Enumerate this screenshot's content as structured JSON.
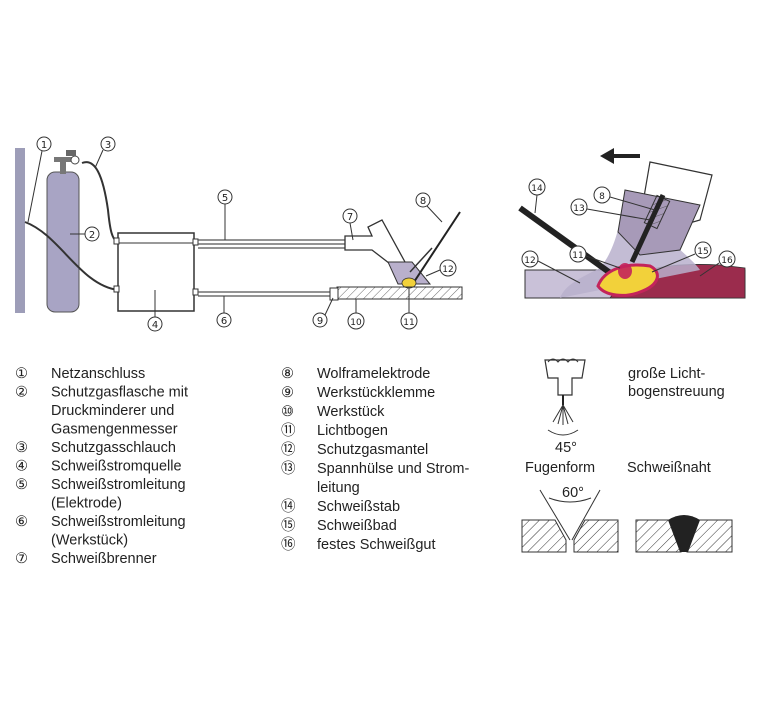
{
  "callouts": {
    "c1": "1",
    "c2": "2",
    "c3": "3",
    "c4": "4",
    "c5": "5",
    "c6": "6",
    "c7": "7",
    "c8": "8",
    "c9": "9",
    "c10": "10",
    "c11": "11",
    "c12": "12",
    "c13": "13",
    "c14": "14",
    "c15": "15",
    "c16": "16"
  },
  "legend_left": [
    {
      "num": "①",
      "lines": [
        "Netzanschluss"
      ]
    },
    {
      "num": "②",
      "lines": [
        "Schutzgasflasche mit",
        "Druckminderer und",
        "Gasmengenmesser"
      ]
    },
    {
      "num": "③",
      "lines": [
        "Schutzgasschlauch"
      ]
    },
    {
      "num": "④",
      "lines": [
        "Schweißstromquelle"
      ]
    },
    {
      "num": "⑤",
      "lines": [
        "Schweißstromleitung",
        "(Elektrode)"
      ]
    },
    {
      "num": "⑥",
      "lines": [
        "Schweißstromleitung",
        "(Werkstück)"
      ]
    },
    {
      "num": "⑦",
      "lines": [
        "Schweißbrenner"
      ]
    }
  ],
  "legend_mid": [
    {
      "num": "⑧",
      "lines": [
        "Wolframelektrode"
      ]
    },
    {
      "num": "⑨",
      "lines": [
        "Werkstückklemme"
      ]
    },
    {
      "num": "⑩",
      "lines": [
        "Werkstück"
      ]
    },
    {
      "num": "⑪",
      "lines": [
        "Lichtbogen"
      ]
    },
    {
      "num": "⑫",
      "lines": [
        "Schutzgasmantel"
      ]
    },
    {
      "num": "⑬",
      "lines": [
        "Spannhülse und Strom-",
        "leitung"
      ]
    },
    {
      "num": "⑭",
      "lines": [
        "Schweißstab"
      ]
    },
    {
      "num": "⑮",
      "lines": [
        "Schweißbad"
      ]
    },
    {
      "num": "⑯",
      "lines": [
        "festes Schweißgut"
      ]
    }
  ],
  "right_info": {
    "arc_label": [
      "große Licht-",
      "bogenstreuung"
    ],
    "arc_angle": "45°",
    "joint_label": "Fugenform",
    "seam_label": "Schweißnaht",
    "joint_angle": "60°"
  },
  "colors": {
    "gas_purple": "#a79ab8",
    "pool_yellow": "#f2d13a",
    "pool_red": "#c3245b",
    "solid_seam": "#9b2c4d",
    "line": "#2a2a2a"
  }
}
